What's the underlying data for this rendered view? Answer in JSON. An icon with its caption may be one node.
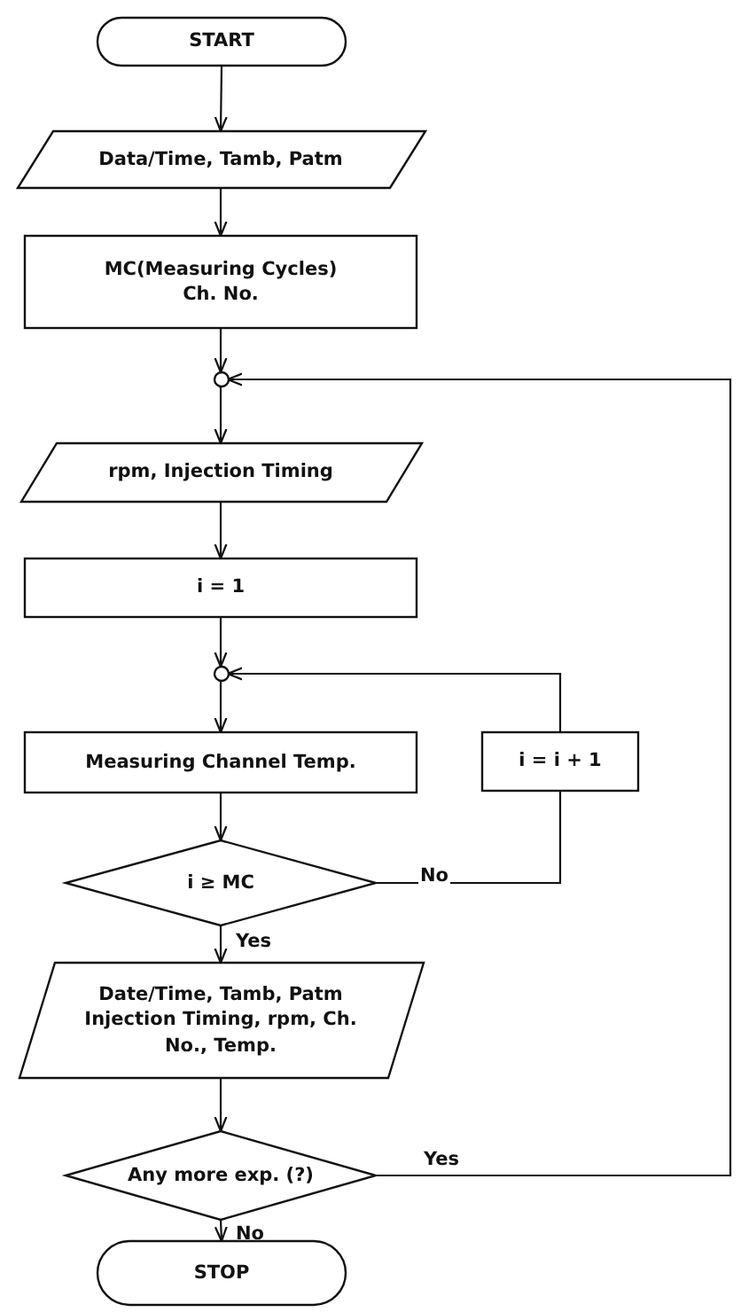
{
  "diagram": {
    "nodes": [
      {
        "text": [
          "START"
        ]
      },
      {
        "text": [
          "Data/Time, Tamb, Patm"
        ]
      },
      {
        "text": [
          "MC(Measuring Cycles) Ch. No."
        ]
      },
      {
        "text": [],
        "shape": "circle"
      },
      {
        "text": [
          "rpm, Injection Timing"
        ]
      },
      {
        "text": [
          "i = 1"
        ]
      },
      {
        "text": [],
        "shape": "circle"
      },
      {
        "text": [
          "Measuring Channel Temp."
        ]
      },
      {
        "text": [
          "i = i + 1"
        ]
      },
      {
        "text": [
          "i ≥ MC"
        ]
      },
      {
        "text": [
          "Date/Time, Tamb, Patm Injection Timing, rpm, Ch. No., Temp."
        ]
      },
      {
        "text": [
          "Any more exp. (?)"
        ]
      },
      {
        "text": [
          "STOP"
        ]
      }
    ],
    "edges": [
      {
        "from": 0,
        "to": 1,
        "arrow": "to"
      },
      {
        "from": 1,
        "to": 2,
        "arrow": "to"
      },
      {
        "from": 2,
        "to": 3,
        "arrow": "to"
      },
      {
        "from": 3,
        "to": 4,
        "arrow": "to"
      },
      {
        "from": 4,
        "to": 5,
        "arrow": "to"
      },
      {
        "from": 5,
        "to": 6,
        "arrow": "to"
      },
      {
        "from": 6,
        "to": 7,
        "arrow": "to"
      },
      {
        "from": 7,
        "to": 9,
        "arrow": "to"
      },
      {
        "from": 9,
        "to": 8,
        "label": "No",
        "arrow": "none"
      },
      {
        "from": 8,
        "to": 6,
        "arrow": "to"
      },
      {
        "from": 9,
        "to": 10,
        "label": "Yes",
        "arrow": "to"
      },
      {
        "from": 10,
        "to": 11,
        "arrow": "to"
      },
      {
        "from": 11,
        "to": 3,
        "label": "Yes",
        "arrow": "to"
      },
      {
        "from": 11,
        "to": 12,
        "label": "No",
        "arrow": "to"
      }
    ]
  }
}
